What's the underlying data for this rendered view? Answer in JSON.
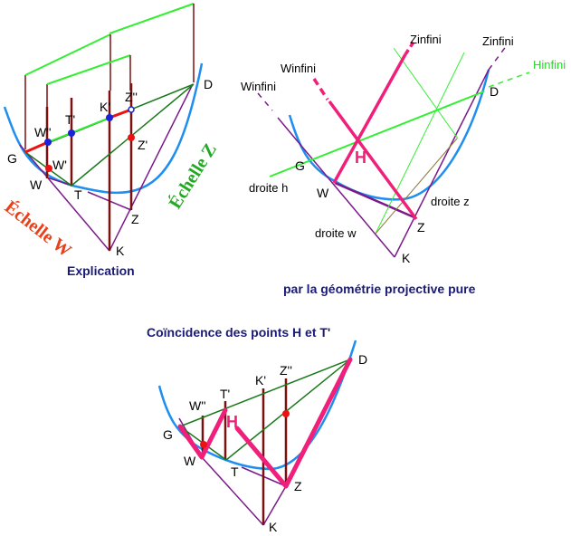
{
  "colors": {
    "parabola": "#1e8ef0",
    "tangent": "#7a1a8a",
    "vertical": "#7a1010",
    "chord": "#1a7a1a",
    "scale_line": "#33ee33",
    "highlight": "#f0207a",
    "red_segment": "#ee1111",
    "point_blue": "#1a22dd",
    "point_red": "#ee1111",
    "caption": "#1a1a7a",
    "echelle_w": "#e8401a",
    "echelle_z": "#22aa22"
  },
  "panel_explication": {
    "caption": "Explication",
    "scale_w_label": "Échelle W",
    "scale_z_label": "Échelle Z",
    "points": {
      "G": "G",
      "W": "W",
      "T": "T",
      "Z": "Z",
      "K": "K",
      "D": "D",
      "W_prime": "W'",
      "W_double": "W''",
      "T_prime": "T'",
      "K_prime": "K'",
      "Z_prime": "Z'",
      "Z_double": "Z''"
    }
  },
  "panel_projective": {
    "caption": "par la géométrie projective pure",
    "labels": {
      "winfini_1": "Winfini",
      "winfini_2": "Winfini",
      "zinfini_1": "Zinfini",
      "zinfini_2": "Zinfini",
      "hinfini": "Hinfini",
      "droite_h": "droite h",
      "droite_w": "droite w",
      "droite_z": "droite z"
    },
    "points": {
      "G": "G",
      "W": "W",
      "Z": "Z",
      "K": "K",
      "D": "D",
      "H": "H"
    }
  },
  "panel_coincidence": {
    "caption": "Coïncidence des points H et T'",
    "points": {
      "G": "G",
      "W": "W",
      "T": "T",
      "Z": "Z",
      "K": "K",
      "D": "D",
      "H": "H",
      "W_double": "W''",
      "T_prime": "T'",
      "K_prime": "K'",
      "Z_double": "Z''"
    }
  }
}
